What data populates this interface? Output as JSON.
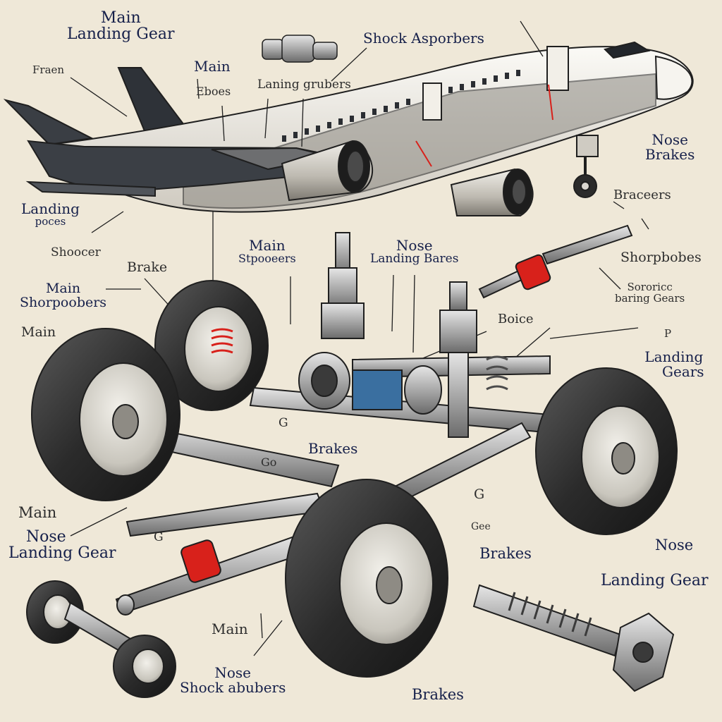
{
  "palette": {
    "paper": "#efe8d8",
    "ink": "#1f1f1f",
    "navy_text": "#16204a",
    "gray_text": "#2d2d2d",
    "tire": "#2b2b2b",
    "hub": "#d9d6cf",
    "metal": "#b7b7b7",
    "accent_red": "#d8211b",
    "accent_blue": "#3a6fa0",
    "fuselage": "#f4f1ea"
  },
  "labels": {
    "main_landing_gear_top": [
      "Main",
      "Landing Gear"
    ],
    "shock_asorbers_top": "Shock Asporbers",
    "fraen": "Fraen",
    "main_top": "Main",
    "ebocs": "Eboes",
    "laning_grubers": "Laning grubers",
    "nose_brakes": [
      "Nose",
      "Brakes"
    ],
    "landing_poces": [
      "Landing",
      "poces"
    ],
    "braceers": "Braceers",
    "shoocer": "Shoocer",
    "main_stpooeers": [
      "Main",
      "Stpooeers"
    ],
    "nose_landing_bares": [
      "Nose",
      "Landing Bares"
    ],
    "shorpbobes": "Shorpbobes",
    "brake": "Brake",
    "main_shorpobers": [
      "Main",
      "Shorpoobers"
    ],
    "sororic_baring_gears": [
      "Sororicc",
      "baring Gears"
    ],
    "main_left": "Main",
    "boice": "Boice",
    "p_mark": "P",
    "landing_gears": [
      "Landing",
      "Gears"
    ],
    "g_mark_left": "G",
    "brakes_center": "Brakes",
    "go": "Go",
    "g_mark_right": "G",
    "main_lower": "Main",
    "nose_landing_gear_left": [
      "Nose",
      "Landing Gear"
    ],
    "g_mark_lower": "G",
    "gee": "Gee",
    "brakes_right": "Brakes",
    "nose_right": "Nose",
    "landing_gear_right": "Landing Gear",
    "main_bottom": "Main",
    "nose_shock_abubers": [
      "Nose",
      "Shock abubers"
    ],
    "brakes_bottom": "Brakes"
  }
}
